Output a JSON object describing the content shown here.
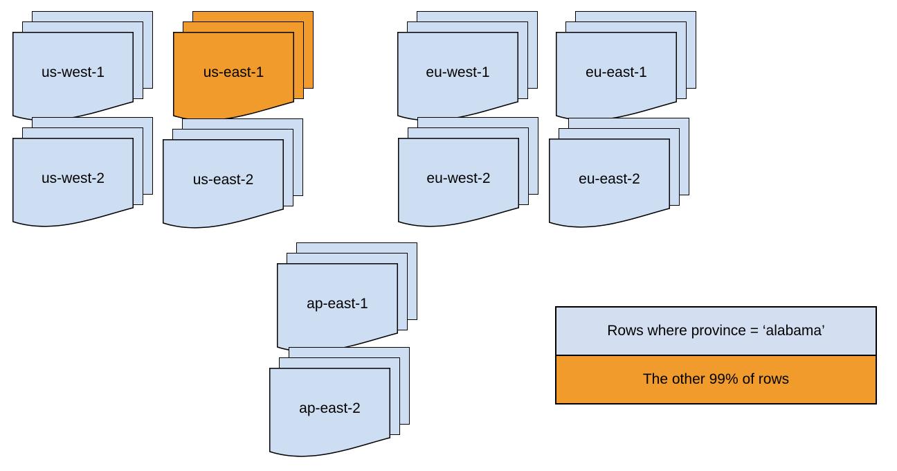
{
  "diagram": {
    "description_hint": "Document stacks representing data partitions per cloud region",
    "pages_per_stack": 3,
    "regions": [
      {
        "label": "us-west-1",
        "highlighted": false
      },
      {
        "label": "us-east-1",
        "highlighted": true
      },
      {
        "label": "eu-west-1",
        "highlighted": false
      },
      {
        "label": "eu-east-1",
        "highlighted": false
      },
      {
        "label": "us-west-2",
        "highlighted": false
      },
      {
        "label": "us-east-2",
        "highlighted": false
      },
      {
        "label": "eu-west-2",
        "highlighted": false
      },
      {
        "label": "eu-east-2",
        "highlighted": false
      },
      {
        "label": "ap-east-1",
        "highlighted": false
      },
      {
        "label": "ap-east-2",
        "highlighted": false
      }
    ]
  },
  "legend": {
    "rows": [
      {
        "label": "Rows where province = ‘alabama’"
      },
      {
        "label": "The other 99% of rows"
      }
    ]
  },
  "colors": {
    "background": "#ffffff",
    "region_fill": "#cdddf2",
    "legend_blue": "#d3dff0",
    "highlight_fill": "#f09b2b",
    "stroke": "#000000"
  }
}
